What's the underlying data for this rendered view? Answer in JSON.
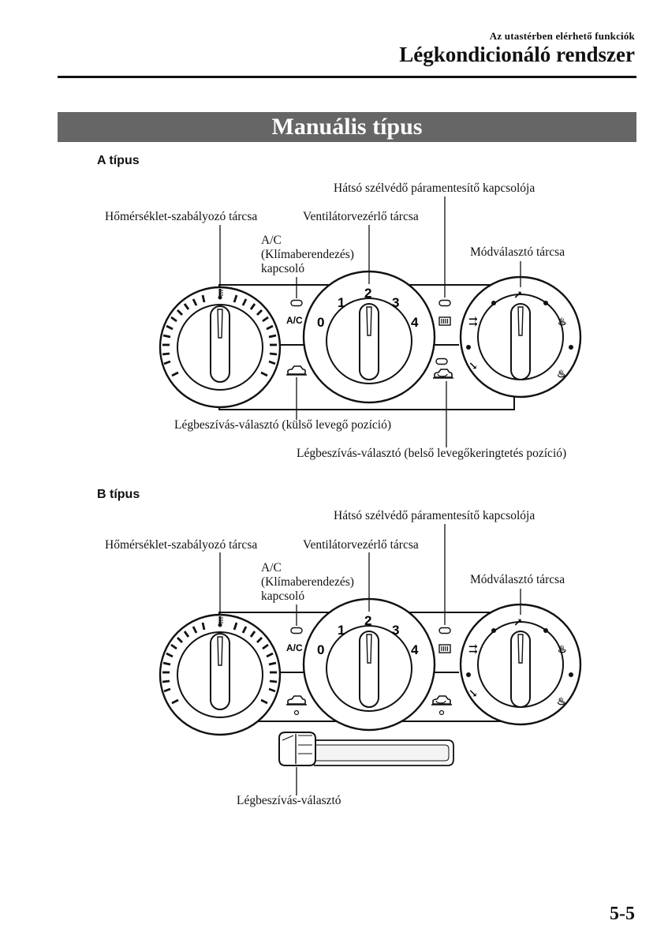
{
  "header": {
    "section": "Az utastérben elérhető funkciók",
    "title": "Légkondicionáló rendszer"
  },
  "banner": {
    "title": "Manuális típus"
  },
  "type_a": {
    "heading": "A típus",
    "rear_defrost": "Hátsó szélvédő páramentesítő kapcsolója",
    "temp_dial": "Hőmérséklet-szabályozó tárcsa",
    "fan_dial": "Ventilátorvezérlő tárcsa",
    "ac_line1": "A/C",
    "ac_line2": "(Klímaberendezés)",
    "ac_line3": "kapcsoló",
    "mode_dial": "Módválasztó tárcsa",
    "intake_outside": "Légbeszívás-választó (külső levegő pozíció)",
    "intake_recirc": "Légbeszívás-választó (belső levegőkeringtetés pozíció)"
  },
  "type_b": {
    "heading": "B típus",
    "rear_defrost": "Hátsó szélvédő páramentesítő kapcsolója",
    "temp_dial": "Hőmérséklet-szabályozó tárcsa",
    "fan_dial": "Ventilátorvezérlő tárcsa",
    "ac_line1": "A/C",
    "ac_line2": "(Klímaberendezés)",
    "ac_line3": "kapcsoló",
    "mode_dial": "Módválasztó tárcsa",
    "intake_lever": "Légbeszívás-választó"
  },
  "panel": {
    "ac_text": "A/C",
    "fan_0": "0",
    "fan_1": "1",
    "fan_2": "2",
    "fan_3": "3",
    "fan_4": "4"
  },
  "footer": {
    "page_number": "5-5"
  }
}
